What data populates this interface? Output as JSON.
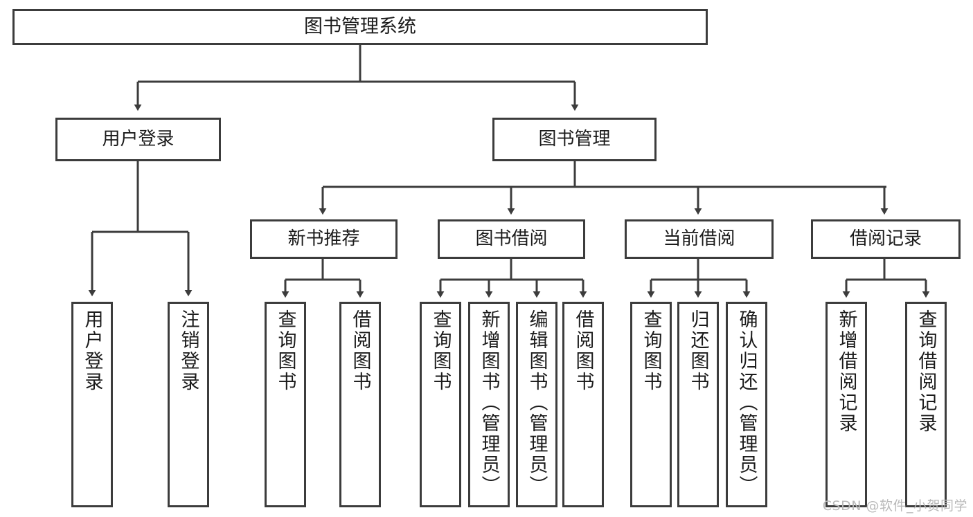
{
  "diagram": {
    "title": "图书管理系统",
    "type": "hierarchy-tree",
    "orientation": "top-down",
    "colors": {
      "box_border": "#3c3c3c",
      "box_fill": "#ffffff",
      "connector": "#3c3c3c",
      "text": "#1b1b1b",
      "watermark": "#b9b9b9"
    },
    "levels": {
      "root": {
        "label": "图书管理系统"
      },
      "level2": [
        {
          "label": "用户登录"
        },
        {
          "label": "图书管理"
        }
      ],
      "level3": [
        {
          "label": "新书推荐"
        },
        {
          "label": "图书借阅"
        },
        {
          "label": "当前借阅"
        },
        {
          "label": "借阅记录"
        }
      ],
      "leaves": {
        "user_login": [
          {
            "label": "用户登录"
          },
          {
            "label": "注销登录"
          }
        ],
        "new_book_recommend": [
          {
            "label": "查询图书"
          },
          {
            "label": "借阅图书"
          }
        ],
        "book_borrow": [
          {
            "label": "查询图书"
          },
          {
            "label": "新增图书（管理员）"
          },
          {
            "label": "编辑图书（管理员）"
          },
          {
            "label": "借阅图书"
          }
        ],
        "current_borrow": [
          {
            "label": "查询图书"
          },
          {
            "label": "归还图书"
          },
          {
            "label": "确认归还（管理员）"
          }
        ],
        "borrow_record": [
          {
            "label": "新增借阅记录"
          },
          {
            "label": "查询借阅记录"
          }
        ]
      }
    }
  },
  "watermark": {
    "text": "CSDN @软件_小贺同学"
  }
}
